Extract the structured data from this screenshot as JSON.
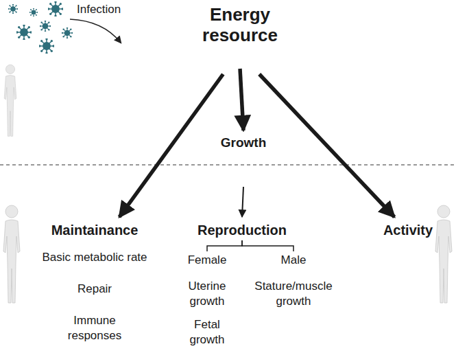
{
  "diagram": {
    "nodes": [
      {
        "text": [
          "Energy resource"
        ]
      },
      {
        "text": [
          "Growth"
        ]
      },
      {
        "text": [
          "Maintainance",
          "Basic metabolic rate",
          "Repair",
          "Immune responses"
        ]
      },
      {
        "text": [
          "Reproduction"
        ]
      },
      {
        "text": [
          "Female",
          "Uterine growth",
          "Fetal growth"
        ]
      },
      {
        "text": [
          "Male",
          "Stature/muscle growth"
        ]
      },
      {
        "text": [
          "Activity"
        ]
      }
    ],
    "edges": [
      {
        "from": 0,
        "to": 2,
        "arrow": "to"
      },
      {
        "from": 0,
        "to": 1,
        "arrow": "to"
      },
      {
        "from": 0,
        "to": 6,
        "arrow": "to"
      },
      {
        "from": 1,
        "to": 3,
        "arrow": "to"
      },
      {
        "from": 3,
        "to": 4,
        "arrow": "none"
      },
      {
        "from": 3,
        "to": 5,
        "arrow": "none"
      }
    ],
    "labels": [
      "Infection"
    ]
  }
}
